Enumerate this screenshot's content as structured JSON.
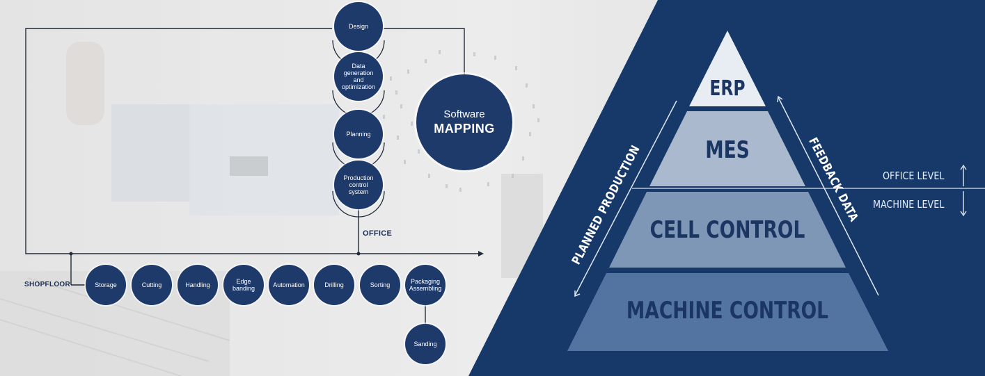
{
  "colors": {
    "navy": "#1e3a6b",
    "panel": "#17396a",
    "tier_erp": "#e8edf4",
    "tier_mes": "#aab9cd",
    "tier_cell": "#7f97b6",
    "tier_machine": "#5374a0"
  },
  "flow": {
    "office_label": "OFFICE",
    "shopfloor_label": "SHOPFLOOR",
    "office_nodes": [
      {
        "id": "design",
        "lines": [
          "Design"
        ]
      },
      {
        "id": "data",
        "lines": [
          "Data",
          "generation",
          "and",
          "optimization"
        ]
      },
      {
        "id": "planning",
        "lines": [
          "Planning"
        ]
      },
      {
        "id": "production",
        "lines": [
          "Production",
          "control",
          "system"
        ]
      }
    ],
    "shopfloor_nodes": [
      {
        "id": "storage",
        "lines": [
          "Storage"
        ]
      },
      {
        "id": "cutting",
        "lines": [
          "Cutting"
        ]
      },
      {
        "id": "handling",
        "lines": [
          "Handling"
        ]
      },
      {
        "id": "edge",
        "lines": [
          "Edge",
          "banding"
        ]
      },
      {
        "id": "automation",
        "lines": [
          "Automation"
        ]
      },
      {
        "id": "drilling",
        "lines": [
          "Drilling"
        ]
      },
      {
        "id": "sorting",
        "lines": [
          "Sorting"
        ]
      },
      {
        "id": "packaging",
        "lines": [
          "Packaging",
          "Assembling"
        ]
      }
    ],
    "sanding": {
      "id": "sanding",
      "lines": [
        "Sanding"
      ]
    },
    "hub": {
      "line1": "Software",
      "line2": "MAPPING"
    }
  },
  "pyramid": {
    "tiers": [
      "ERP",
      "MES",
      "CELL CONTROL",
      "MACHINE CONTROL"
    ],
    "left_label": "PLANNED PRODUCTION",
    "right_label": "FEEDBACK DATA",
    "office_level": "OFFICE LEVEL",
    "machine_level": "MACHINE LEVEL"
  }
}
